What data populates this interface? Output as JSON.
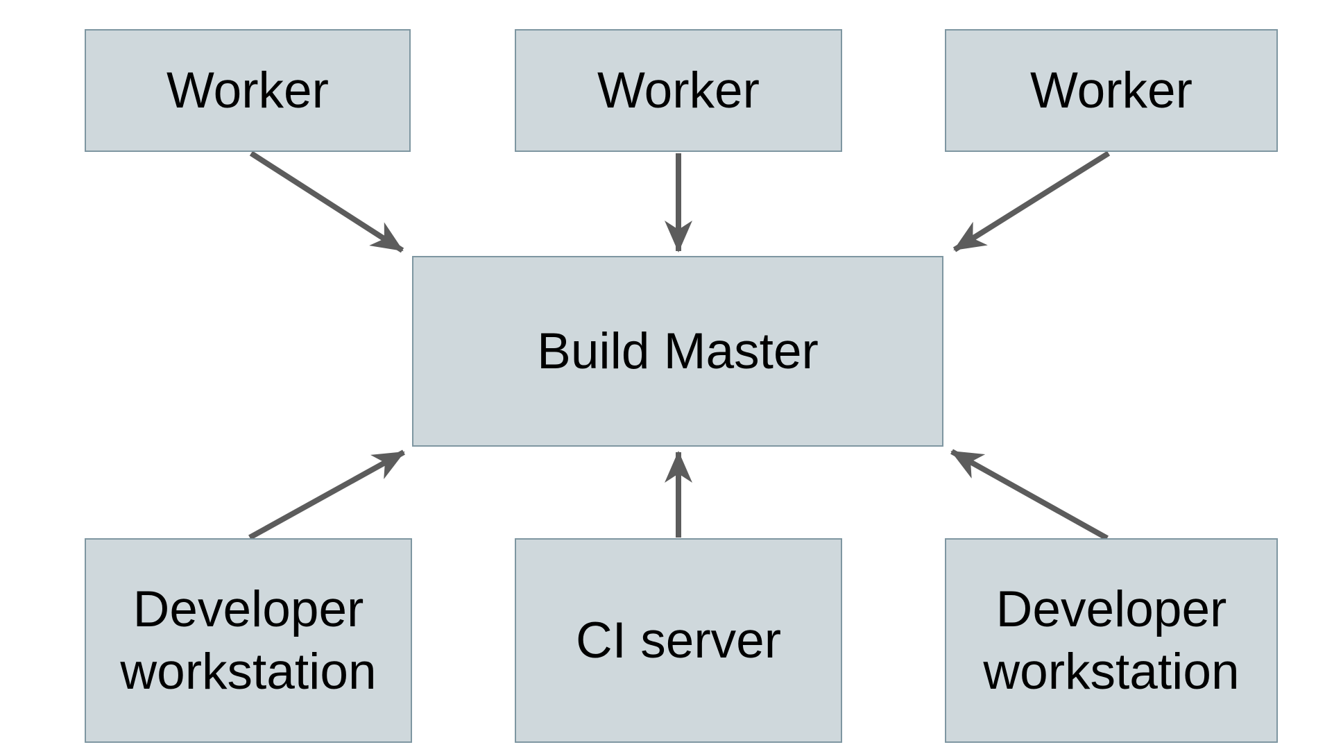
{
  "diagram": {
    "type": "architecture-diagram",
    "background_color": "#ffffff",
    "node_fill_color": "#cfd8dc",
    "node_border_color": "#7e96a1",
    "arrow_color": "#5c5c5c",
    "text_color": "#000000",
    "nodes": {
      "worker_1": {
        "label": "Worker"
      },
      "worker_2": {
        "label": "Worker"
      },
      "worker_3": {
        "label": "Worker"
      },
      "build_master": {
        "label": "Build Master"
      },
      "developer_workstation_left": {
        "label": "Developer workstation"
      },
      "ci_server": {
        "label": "CI server"
      },
      "developer_workstation_right": {
        "label": "Developer workstation"
      }
    },
    "edges": [
      {
        "from": "worker_1",
        "to": "build_master",
        "direction": "down"
      },
      {
        "from": "worker_2",
        "to": "build_master",
        "direction": "down"
      },
      {
        "from": "worker_3",
        "to": "build_master",
        "direction": "down"
      },
      {
        "from": "developer_workstation_left",
        "to": "build_master",
        "direction": "up"
      },
      {
        "from": "ci_server",
        "to": "build_master",
        "direction": "up"
      },
      {
        "from": "developer_workstation_right",
        "to": "build_master",
        "direction": "up"
      }
    ]
  }
}
